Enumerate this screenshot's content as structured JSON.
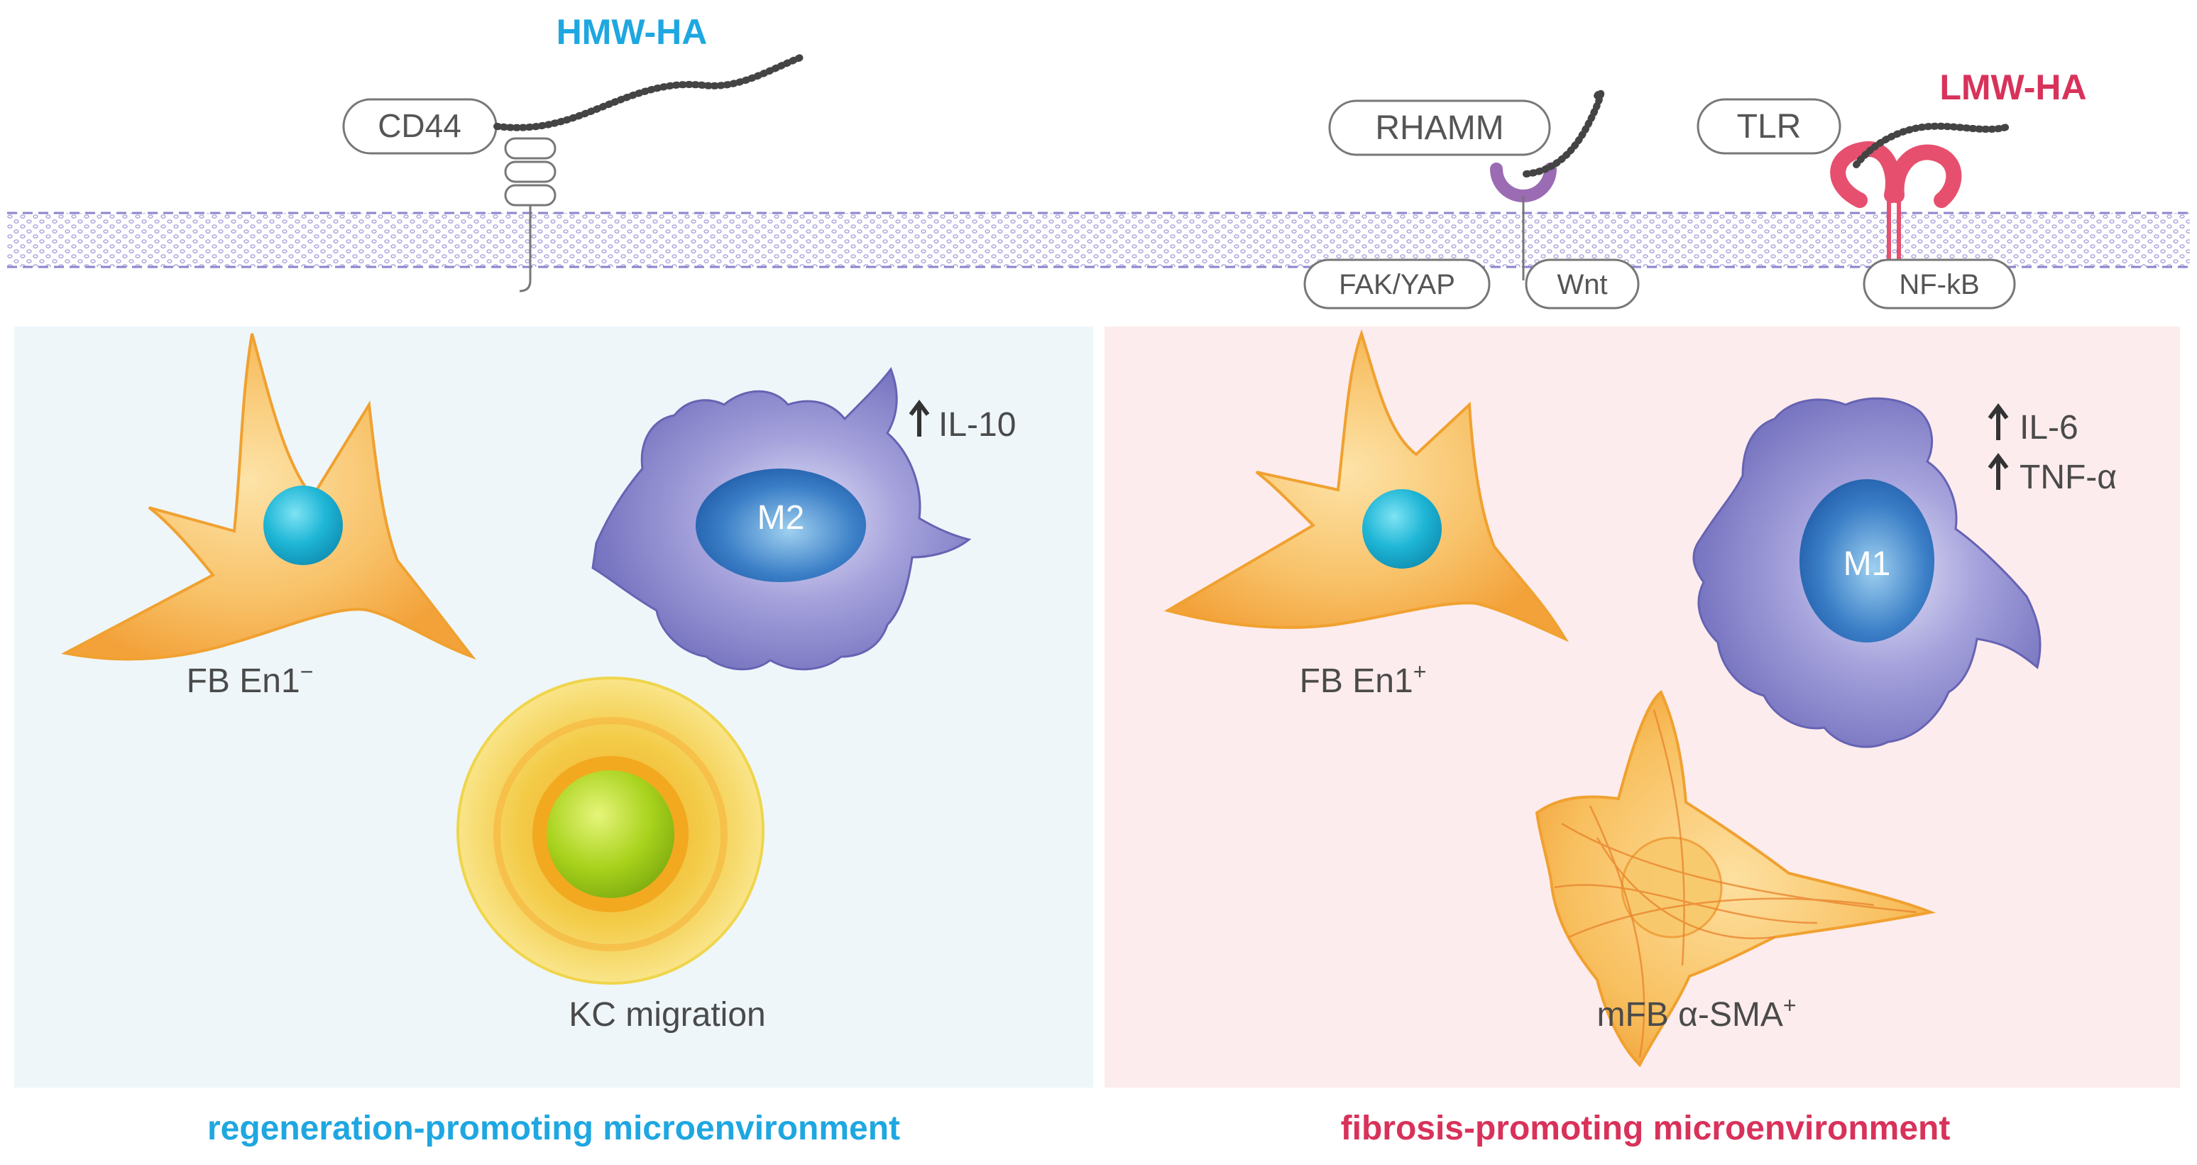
{
  "colors": {
    "regen_accent": "#1ea7e1",
    "fibro_accent": "#d8325a",
    "regen_panel_bg": "#eef6fa",
    "fibro_panel_bg": "#fdeced",
    "membrane_dash": "#8b84cc",
    "fibroblast": "#f7b750",
    "nucleus_cyan": "#26b9d8",
    "macrophage": "#7d7ac4",
    "keratinocyte": "#f3dc5c",
    "kc_nucleus": "#a6d21e",
    "rhamm_receptor": "#9b6bb3",
    "tlr_receptor": "#e6506e"
  },
  "membrane": {
    "hmw_ha_label": "HMW-HA",
    "lmw_ha_label": "LMW-HA",
    "receptors": {
      "cd44": "CD44",
      "rhamm": "RHAMM",
      "tlr": "TLR"
    },
    "signals": {
      "fak_yap": "FAK/YAP",
      "wnt": "Wnt",
      "nfkb": "NF-kB"
    }
  },
  "left_panel": {
    "fibroblast": {
      "name": "FB En1",
      "superscript": "−"
    },
    "macrophage": {
      "nucleus_label": "M2",
      "cytokines": [
        "IL-10"
      ]
    },
    "keratinocyte": {
      "label": "KC migration"
    },
    "caption": "regeneration-promoting microenvironment"
  },
  "right_panel": {
    "fibroblast": {
      "name": "FB En1",
      "superscript": "+"
    },
    "macrophage": {
      "nucleus_label": "M1",
      "cytokines": [
        "IL-6",
        "TNF-α"
      ]
    },
    "myofibroblast": {
      "name": "mFB α-SMA",
      "superscript": "+"
    },
    "caption": "fibrosis-promoting microenvironment"
  },
  "icons": {
    "up_arrow": "arrow-up-icon"
  }
}
